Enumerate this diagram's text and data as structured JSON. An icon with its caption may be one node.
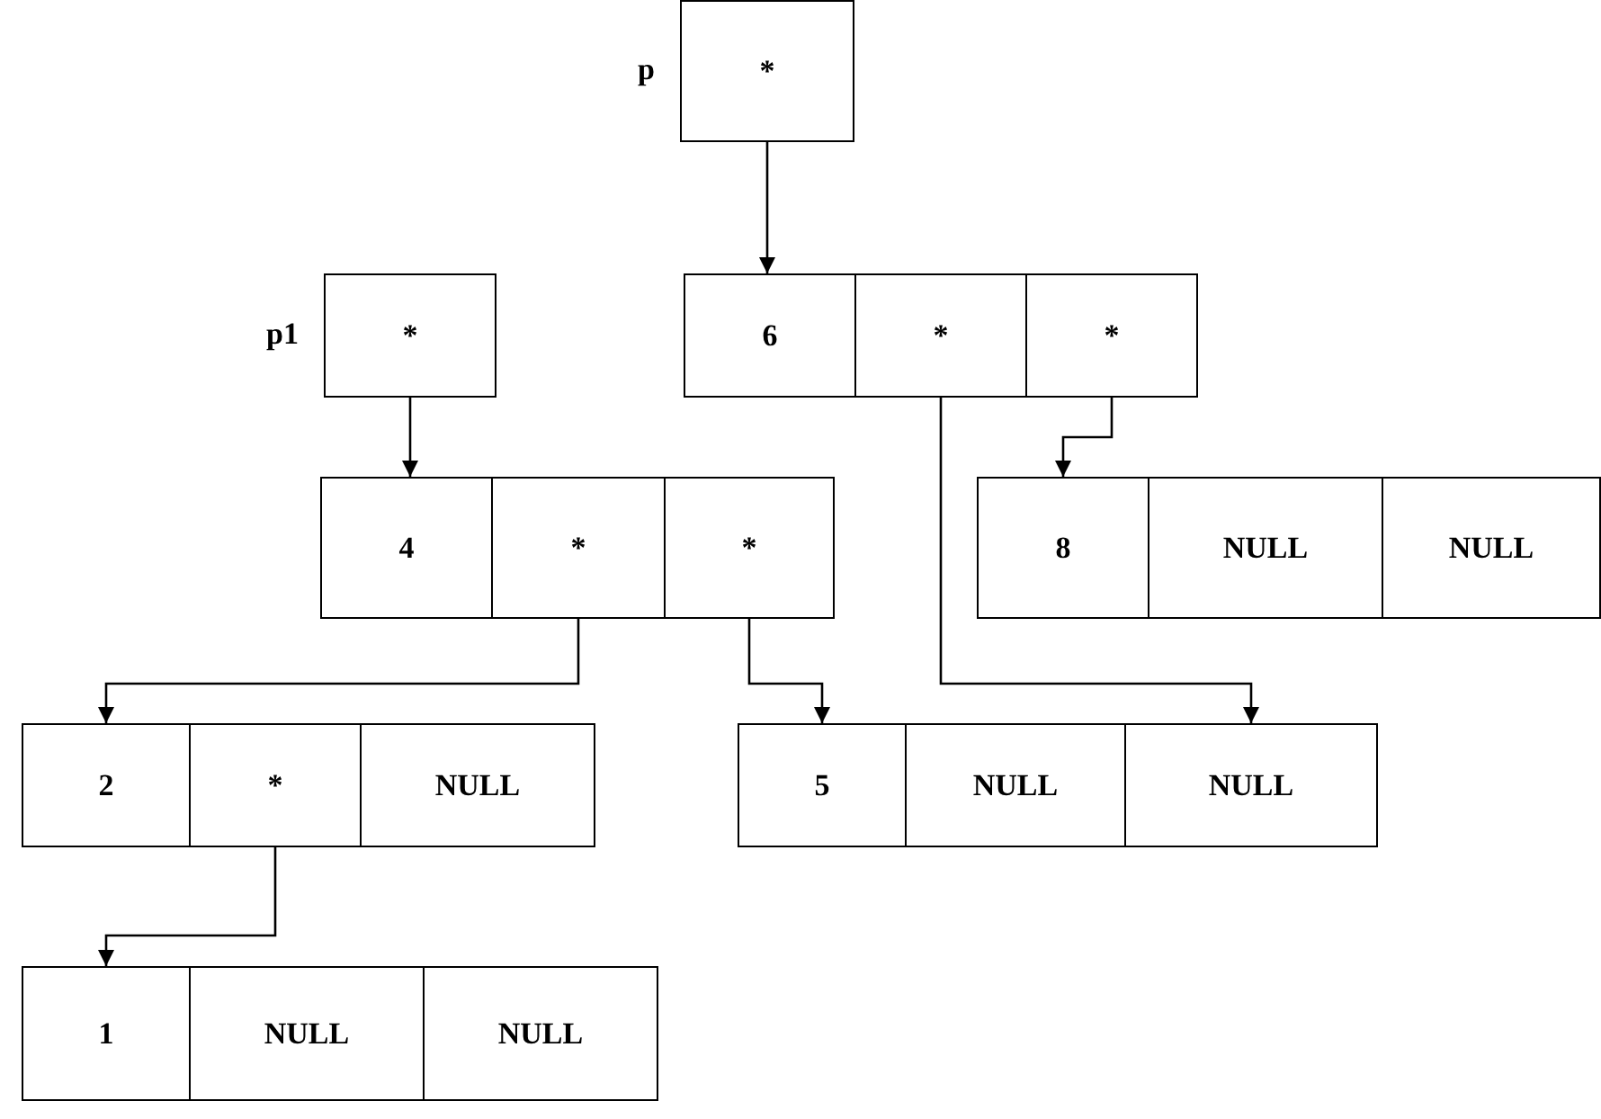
{
  "diagram": {
    "nodes": [
      {
        "text": [
          "*"
        ],
        "beside": [
          "p"
        ]
      },
      {
        "text": [
          "*"
        ],
        "beside": [
          "p1"
        ]
      },
      {
        "text": [
          "6"
        ]
      },
      {
        "text": [
          "*"
        ]
      },
      {
        "text": [
          "*"
        ]
      },
      {
        "text": [
          "4"
        ]
      },
      {
        "text": [
          "*"
        ]
      },
      {
        "text": [
          "*"
        ]
      },
      {
        "text": [
          "8"
        ]
      },
      {
        "text": [
          "NULL"
        ]
      },
      {
        "text": [
          "NULL"
        ]
      },
      {
        "text": [
          "2"
        ]
      },
      {
        "text": [
          "*"
        ]
      },
      {
        "text": [
          "NULL"
        ]
      },
      {
        "text": [
          "5"
        ]
      },
      {
        "text": [
          "NULL"
        ]
      },
      {
        "text": [
          "NULL"
        ]
      },
      {
        "text": [
          "1"
        ]
      },
      {
        "text": [
          "NULL"
        ]
      },
      {
        "text": [
          "NULL"
        ]
      }
    ],
    "edges": [
      {
        "from": 0,
        "to": 2,
        "arrow": "to"
      },
      {
        "from": 1,
        "to": 5,
        "arrow": "to"
      },
      {
        "from": 3,
        "to": 16,
        "arrow": "to"
      },
      {
        "from": 4,
        "to": 8,
        "arrow": "to"
      },
      {
        "from": 6,
        "to": 11,
        "arrow": "to"
      },
      {
        "from": 7,
        "to": 14,
        "arrow": "to"
      },
      {
        "from": 12,
        "to": 17,
        "arrow": "to"
      }
    ]
  }
}
